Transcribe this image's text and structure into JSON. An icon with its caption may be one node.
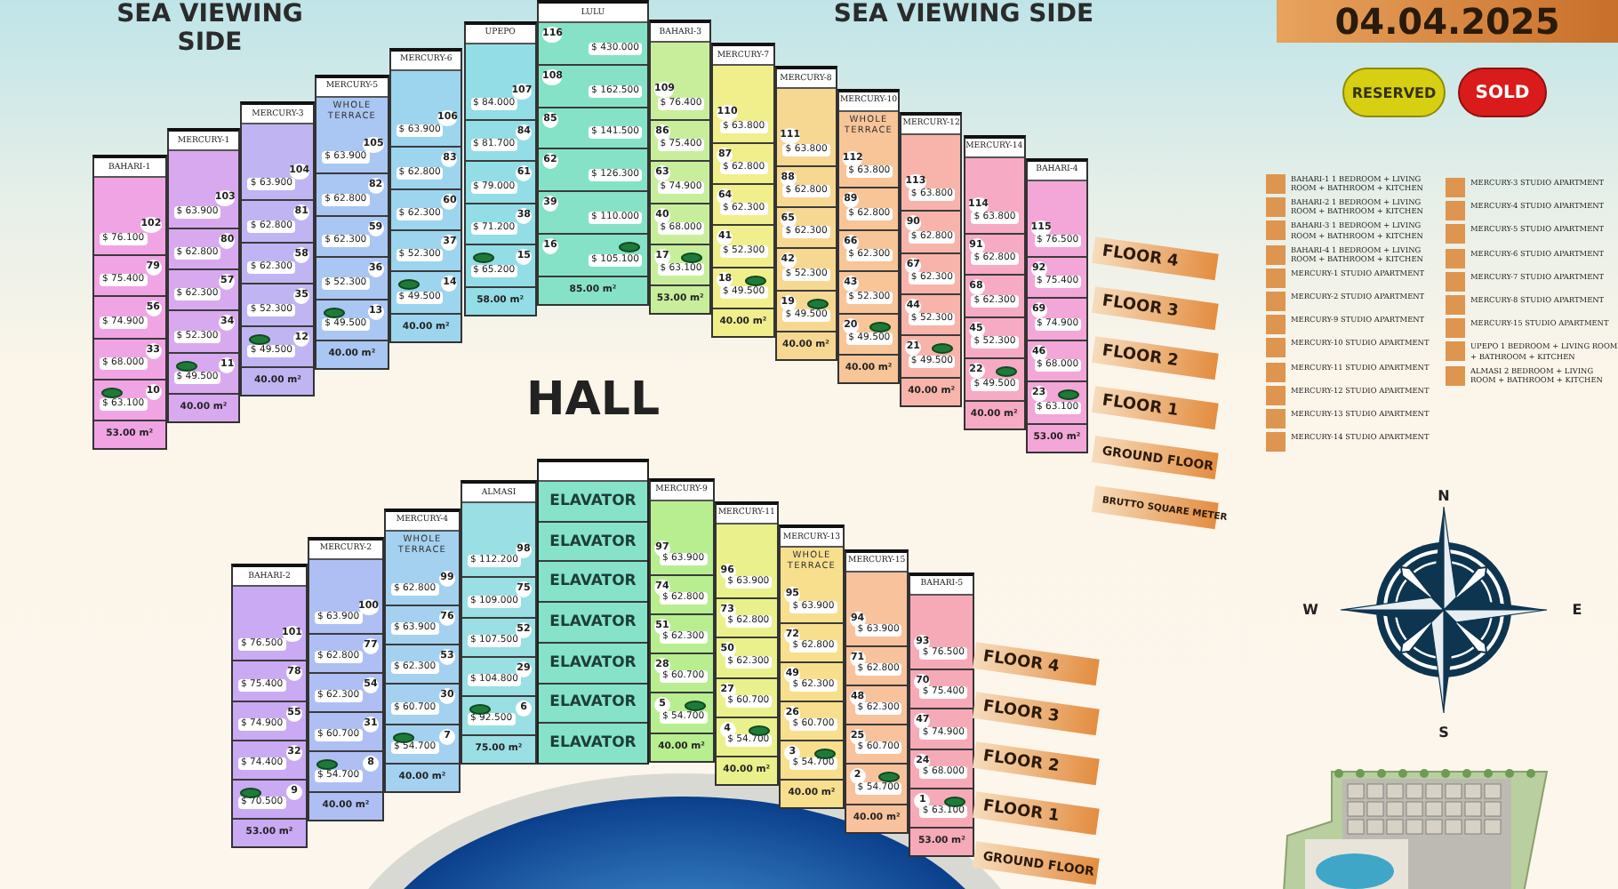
{
  "diagram": {
    "nodes": [
      {
        "text": [
          "RESERVED"
        ]
      },
      {
        "text": [
          "SOLD"
        ]
      },
      {
        "text": [
          "BAHARI-1",
          "53.00 m²"
        ]
      },
      {
        "text": [
          "102",
          "$ 76.100"
        ],
        "in": 2
      },
      {
        "text": [
          "79",
          "$ 75.400"
        ],
        "in": 2
      },
      {
        "text": [
          "56",
          "$ 74.900"
        ],
        "in": 2
      },
      {
        "text": [
          "33",
          "$ 68.000"
        ],
        "in": 2
      },
      {
        "text": [
          "10",
          "$ 63.100"
        ],
        "in": 2
      },
      {
        "text": [
          "MERCURY-1",
          "40.00 m²"
        ]
      },
      {
        "text": [
          "103",
          "$ 63.900"
        ],
        "in": 8
      },
      {
        "text": [
          "80",
          "$ 62.800"
        ],
        "in": 8
      },
      {
        "text": [
          "57",
          "$ 62.300"
        ],
        "in": 8
      },
      {
        "text": [
          "34",
          "$ 52.300"
        ],
        "in": 8
      },
      {
        "text": [
          "11",
          "$ 49.500"
        ],
        "in": 8
      },
      {
        "text": [
          "MERCURY-3",
          "40.00 m²"
        ]
      },
      {
        "text": [
          "104",
          "$ 63.900"
        ],
        "in": 14
      },
      {
        "text": [
          "81",
          "$ 62.800"
        ],
        "in": 14
      },
      {
        "text": [
          "58",
          "$ 62.300"
        ],
        "in": 14
      },
      {
        "text": [
          "35",
          "$ 52.300"
        ],
        "in": 14
      },
      {
        "text": [
          "12",
          "$ 49.500"
        ],
        "in": 14
      },
      {
        "text": [
          "MERCURY-5",
          "40.00 m²"
        ]
      },
      {
        "text": [
          "105",
          "$ 63.900"
        ],
        "in": 20
      },
      {
        "text": [
          "82",
          "$ 62.800"
        ],
        "in": 20
      },
      {
        "text": [
          "59",
          "$ 62.300"
        ],
        "in": 20
      },
      {
        "text": [
          "36",
          "$ 52.300"
        ],
        "in": 20
      },
      {
        "text": [
          "13",
          "$ 49.500"
        ],
        "in": 20
      },
      {
        "text": [
          "MERCURY-6",
          "40.00 m²"
        ]
      },
      {
        "text": [
          "106",
          "$ 63.900"
        ],
        "in": 26
      },
      {
        "text": [
          "83",
          "$ 62.800"
        ],
        "in": 26
      },
      {
        "text": [
          "60",
          "$ 62.300"
        ],
        "in": 26
      },
      {
        "text": [
          "37",
          "$ 52.300"
        ],
        "in": 26
      },
      {
        "text": [
          "14",
          "$ 49.500"
        ],
        "in": 26
      },
      {
        "text": [
          "UPEPO",
          "58.00 m²"
        ]
      },
      {
        "text": [
          "107",
          "$ 84.000"
        ],
        "in": 32
      },
      {
        "text": [
          "84",
          "$ 81.700"
        ],
        "in": 32
      },
      {
        "text": [
          "61",
          "$ 79.000"
        ],
        "in": 32
      },
      {
        "text": [
          "38",
          "$ 71.200"
        ],
        "in": 32
      },
      {
        "text": [
          "15",
          "$ 65.200"
        ],
        "in": 32
      },
      {
        "text": [
          "LULU",
          "85.00 m²"
        ]
      },
      {
        "text": [
          "116",
          "$ 430.000"
        ],
        "in": 38
      },
      {
        "text": [
          "108",
          "$ 162.500"
        ],
        "in": 38
      },
      {
        "text": [
          "85",
          "$ 141.500"
        ],
        "in": 38
      },
      {
        "text": [
          "62",
          "$ 126.300"
        ],
        "in": 38
      },
      {
        "text": [
          "39",
          "$ 110.000"
        ],
        "in": 38
      },
      {
        "text": [
          "16",
          "$ 105.100"
        ],
        "in": 38
      },
      {
        "text": [
          "BAHARI-3",
          "53.00 m²"
        ]
      },
      {
        "text": [
          "109",
          "$ 76.400"
        ],
        "in": 45
      },
      {
        "text": [
          "86",
          "$ 75.400"
        ],
        "in": 45
      },
      {
        "text": [
          "63",
          "$ 74.900"
        ],
        "in": 45
      },
      {
        "text": [
          "40",
          "$ 68.000"
        ],
        "in": 45
      },
      {
        "text": [
          "17",
          "$ 63.100"
        ],
        "in": 45
      },
      {
        "text": [
          "MERCURY-7",
          "40.00 m²"
        ]
      },
      {
        "text": [
          "110",
          "$ 63.800"
        ],
        "in": 51
      },
      {
        "text": [
          "87",
          "$ 62.800"
        ],
        "in": 51
      },
      {
        "text": [
          "64",
          "$ 62.300"
        ],
        "in": 51
      },
      {
        "text": [
          "41",
          "$ 52.300"
        ],
        "in": 51
      },
      {
        "text": [
          "18",
          "$ 49.500"
        ],
        "in": 51
      },
      {
        "text": [
          "MERCURY-8",
          "40.00 m²"
        ]
      },
      {
        "text": [
          "111",
          "$ 63.800"
        ],
        "in": 57
      },
      {
        "text": [
          "88",
          "$ 62.800"
        ],
        "in": 57
      },
      {
        "text": [
          "65",
          "$ 62.300"
        ],
        "in": 57
      },
      {
        "text": [
          "42",
          "$ 52.300"
        ],
        "in": 57
      },
      {
        "text": [
          "19",
          "$ 49.500"
        ],
        "in": 57
      },
      {
        "text": [
          "MERCURY-10",
          "40.00 m²"
        ]
      },
      {
        "text": [
          "112",
          "$ 63.800"
        ],
        "in": 63
      },
      {
        "text": [
          "89",
          "$ 62.800"
        ],
        "in": 63
      },
      {
        "text": [
          "66",
          "$ 62.300"
        ],
        "in": 63
      },
      {
        "text": [
          "43",
          "$ 52.300"
        ],
        "in": 63
      },
      {
        "text": [
          "20",
          "$ 49.500"
        ],
        "in": 63
      },
      {
        "text": [
          "MERCURY-12",
          "40.00 m²"
        ]
      },
      {
        "text": [
          "113",
          "$ 63.800"
        ],
        "in": 69
      },
      {
        "text": [
          "90",
          "$ 62.800"
        ],
        "in": 69
      },
      {
        "text": [
          "67",
          "$ 62.300"
        ],
        "in": 69
      },
      {
        "text": [
          "44",
          "$ 52.300"
        ],
        "in": 69
      },
      {
        "text": [
          "21",
          "$ 49.500"
        ],
        "in": 69
      },
      {
        "text": [
          "MERCURY-14",
          "40.00 m²"
        ]
      },
      {
        "text": [
          "114",
          "$ 63.800"
        ],
        "in": 75
      },
      {
        "text": [
          "91",
          "$ 62.800"
        ],
        "in": 75
      },
      {
        "text": [
          "68",
          "$ 62.300"
        ],
        "in": 75
      },
      {
        "text": [
          "45",
          "$ 52.300"
        ],
        "in": 75
      },
      {
        "text": [
          "22",
          "$ 49.500"
        ],
        "in": 75
      },
      {
        "text": [
          "BAHARI-4",
          "53.00 m²"
        ]
      },
      {
        "text": [
          "115",
          "$ 76.500"
        ],
        "in": 81
      },
      {
        "text": [
          "92",
          "$ 75.400"
        ],
        "in": 81
      },
      {
        "text": [
          "69",
          "$ 74.900"
        ],
        "in": 81
      },
      {
        "text": [
          "46",
          "$ 68.000"
        ],
        "in": 81
      },
      {
        "text": [
          "23",
          "$ 63.100"
        ],
        "in": 81
      },
      {
        "text": [
          "FLOOR 4"
        ]
      },
      {
        "text": [
          "FLOOR 3"
        ]
      },
      {
        "text": [
          "FLOOR 2"
        ]
      },
      {
        "text": [
          "FLOOR 1"
        ]
      },
      {
        "text": [
          "GROUND FLOOR"
        ]
      },
      {
        "text": [
          "BRUTTO SQUARE METER"
        ]
      },
      {
        "text": [
          "BAHARI-2",
          "53.00 m²"
        ]
      },
      {
        "text": [
          "101",
          "$ 76.500"
        ],
        "in": 93
      },
      {
        "text": [
          "78",
          "$ 75.400"
        ],
        "in": 93
      },
      {
        "text": [
          "55",
          "$ 74.900"
        ],
        "in": 93
      },
      {
        "text": [
          "32",
          "$ 74.400"
        ],
        "in": 93
      },
      {
        "text": [
          "9",
          "$ 70.500"
        ],
        "in": 93
      },
      {
        "text": [
          "MERCURY-2",
          "40.00 m²"
        ]
      },
      {
        "text": [
          "100",
          "$ 63.900"
        ],
        "in": 99
      },
      {
        "text": [
          "77",
          "$ 62.800"
        ],
        "in": 99
      },
      {
        "text": [
          "54",
          "$ 62.300"
        ],
        "in": 99
      },
      {
        "text": [
          "31",
          "$ 60.700"
        ],
        "in": 99
      },
      {
        "text": [
          "8",
          "$ 54.700"
        ],
        "in": 99
      },
      {
        "text": [
          "MERCURY-4",
          "40.00 m²"
        ]
      },
      {
        "text": [
          "99",
          "$ 62.800"
        ],
        "in": 105
      },
      {
        "text": [
          "76",
          "$ 63.900"
        ],
        "in": 105
      },
      {
        "text": [
          "53",
          "$ 62.300"
        ],
        "in": 105
      },
      {
        "text": [
          "30",
          "$ 60.700"
        ],
        "in": 105
      },
      {
        "text": [
          "7",
          "$ 54.700"
        ],
        "in": 105
      },
      {
        "text": [
          "ALMASI",
          "75.00 m²"
        ]
      },
      {
        "text": [
          "98",
          "$ 112.200"
        ],
        "in": 111
      },
      {
        "text": [
          "75",
          "$ 109.000"
        ],
        "in": 111
      },
      {
        "text": [
          "52",
          "$ 107.500"
        ],
        "in": 111
      },
      {
        "text": [
          "29",
          "$ 104.800"
        ],
        "in": 111
      },
      {
        "text": [
          "6",
          "$ 92.500"
        ],
        "in": 111
      },
      {
        "text": [],
        "shape": "box"
      },
      {
        "text": [
          "ELAVATOR"
        ],
        "in": 117
      },
      {
        "text": [
          "ELAVATOR"
        ],
        "in": 117
      },
      {
        "text": [
          "ELAVATOR"
        ],
        "in": 117
      },
      {
        "text": [
          "ELAVATOR"
        ],
        "in": 117
      },
      {
        "text": [
          "ELAVATOR"
        ],
        "in": 117
      },
      {
        "text": [
          "ELAVATOR"
        ],
        "in": 117
      },
      {
        "text": [
          "ELAVATOR"
        ],
        "in": 117
      },
      {
        "text": [
          "MERCURY-9",
          "40.00 m²"
        ]
      },
      {
        "text": [
          "97",
          "$ 63.900"
        ],
        "in": 125
      },
      {
        "text": [
          "74",
          "$ 62.800"
        ],
        "in": 125
      },
      {
        "text": [
          "51",
          "$ 62.300"
        ],
        "in": 125
      },
      {
        "text": [
          "28",
          "$ 60.700"
        ],
        "in": 125
      },
      {
        "text": [
          "5",
          "$ 54.700"
        ],
        "in": 125
      },
      {
        "text": [
          "MERCURY-11",
          "40.00 m²"
        ]
      },
      {
        "text": [
          "96",
          "$ 63.900"
        ],
        "in": 131
      },
      {
        "text": [
          "73",
          "$ 62.800"
        ],
        "in": 131
      },
      {
        "text": [
          "50",
          "$ 62.300"
        ],
        "in": 131
      },
      {
        "text": [
          "27",
          "$ 60.700"
        ],
        "in": 131
      },
      {
        "text": [
          "4",
          "$ 54.700"
        ],
        "in": 131
      },
      {
        "text": [
          "MERCURY-13",
          "40.00 m²"
        ]
      },
      {
        "text": [
          "95",
          "$ 63.900"
        ],
        "in": 137
      },
      {
        "text": [
          "72",
          "$ 62.800"
        ],
        "in": 137
      },
      {
        "text": [
          "49",
          "$ 62.300"
        ],
        "in": 137
      },
      {
        "text": [
          "26",
          "$ 60.700"
        ],
        "in": 137
      },
      {
        "text": [
          "3",
          "$ 54.700"
        ],
        "in": 137
      },
      {
        "text": [
          "MERCURY-15",
          "40.00 m²"
        ]
      },
      {
        "text": [
          "94",
          "$ 63.900"
        ],
        "in": 143
      },
      {
        "text": [
          "71",
          "$ 62.800"
        ],
        "in": 143
      },
      {
        "text": [
          "48",
          "$ 62.300"
        ],
        "in": 143
      },
      {
        "text": [
          "25",
          "$ 60.700"
        ],
        "in": 143
      },
      {
        "text": [
          "2",
          "$ 54.700"
        ],
        "in": 143
      },
      {
        "text": [
          "BAHARI-5",
          "53.00 m²"
        ]
      },
      {
        "text": [
          "93",
          "$ 76.500"
        ],
        "in": 149
      },
      {
        "text": [
          "70",
          "$ 75.400"
        ],
        "in": 149
      },
      {
        "text": [
          "47",
          "$ 74.900"
        ],
        "in": 149
      },
      {
        "text": [
          "24",
          "$ 68.000"
        ],
        "in": 149
      },
      {
        "text": [
          "1",
          "$ 63.100"
        ],
        "in": 149
      },
      {
        "text": [
          "FLOOR 4"
        ]
      },
      {
        "text": [
          "FLOOR 3"
        ]
      },
      {
        "text": [
          "FLOOR 2"
        ]
      },
      {
        "text": [
          "FLOOR 1"
        ]
      },
      {
        "text": [
          "GROUND FLOOR"
        ]
      }
    ],
    "labels": [
      "SEA VIEWING SIDE",
      "SEA VIEWING SIDE",
      "04.04.2025",
      "WHOLE TERRACE",
      "WHOLE TERRACE",
      "HALL",
      "WHOLE TERRACE",
      "WHOLE TERRACE",
      "N",
      "W",
      "E",
      "S"
    ],
    "legend": [
      {
        "text": "BAHARI-1 1 BEDROOM + LIVING ROOM + BATHROOM + KITCHEN",
        "color": "#dd9550"
      },
      {
        "text": "BAHARI-2 1 BEDROOM + LIVING ROOM + BATHROOM + KITCHEN",
        "color": "#dd9550"
      },
      {
        "text": "BAHARI-3 1 BEDROOM + LIVING ROOM + BATHROOM + KITCHEN",
        "color": "#dd9550"
      },
      {
        "text": "BAHARI-4 1 BEDROOM + LIVING ROOM + BATHROOM + KITCHEN",
        "color": "#dd9550"
      },
      {
        "text": "MERCURY-1 STUDIO APARTMENT",
        "color": "#dd9550"
      },
      {
        "text": "MERCURY-2 STUDIO APARTMENT",
        "color": "#dd9550"
      },
      {
        "text": "MERCURY-9 STUDIO APARTMENT",
        "color": "#dd9550"
      },
      {
        "text": "MERCURY-10 STUDIO APARTMENT",
        "color": "#dd9550"
      },
      {
        "text": "MERCURY-11 STUDIO APARTMENT",
        "color": "#dd9550"
      },
      {
        "text": "MERCURY-12 STUDIO APARTMENT",
        "color": "#dd9550"
      },
      {
        "text": "MERCURY-13 STUDIO APARTMENT",
        "color": "#dd9550"
      },
      {
        "text": "MERCURY-14 STUDIO APARTMENT",
        "color": "#dd9550"
      },
      {
        "text": "MERCURY-3 STUDIO APARTMENT",
        "color": "#dd9550"
      },
      {
        "text": "MERCURY-4 STUDIO APARTMENT",
        "color": "#dd9550"
      },
      {
        "text": "MERCURY-5 STUDIO APARTMENT",
        "color": "#dd9550"
      },
      {
        "text": "MERCURY-6 STUDIO APARTMENT",
        "color": "#dd9550"
      },
      {
        "text": "MERCURY-7 STUDIO APARTMENT",
        "color": "#dd9550"
      },
      {
        "text": "MERCURY-8 STUDIO APARTMENT",
        "color": "#dd9550"
      },
      {
        "text": "MERCURY-15 STUDIO APARTMENT",
        "color": "#dd9550"
      },
      {
        "text": "UPEPO 1 BEDROOM + LIVING ROOM + BATHROOM + KITCHEN",
        "color": "#dd9550"
      },
      {
        "text": "ALMASI 2 BEDROOM + LIVING ROOM + BATHROOM + KITCHEN",
        "color": "#dd9550"
      }
    ]
  }
}
